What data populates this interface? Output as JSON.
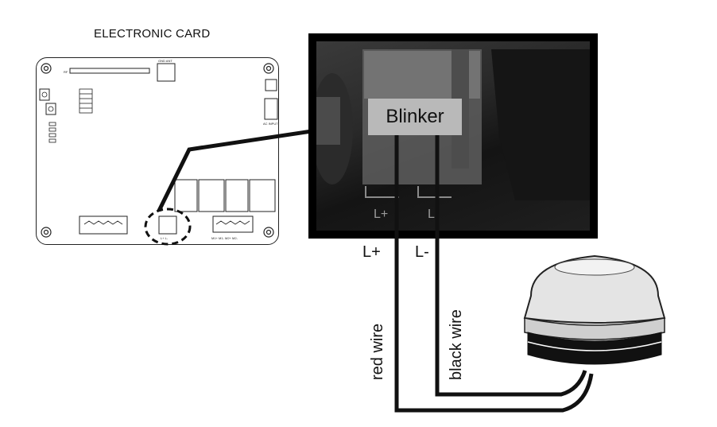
{
  "card_title": "ELECTRONIC CARD",
  "photo_label": "Blinker",
  "terminal_plus": "L+",
  "terminal_minus": "L-",
  "red_wire_label": "red wire",
  "black_wire_label": "black wire",
  "pcb_labels": {
    "rf": "RF",
    "gnd_ant": "GND ANT",
    "ac_input": "AC INPUT",
    "l_terminal": "L+ L-",
    "motor_terminals": "M1+ M1- M2+ M2-"
  },
  "colors": {
    "line": "#111111",
    "blinker_box": "#b9b9b9",
    "photo_frame": "#000000"
  }
}
